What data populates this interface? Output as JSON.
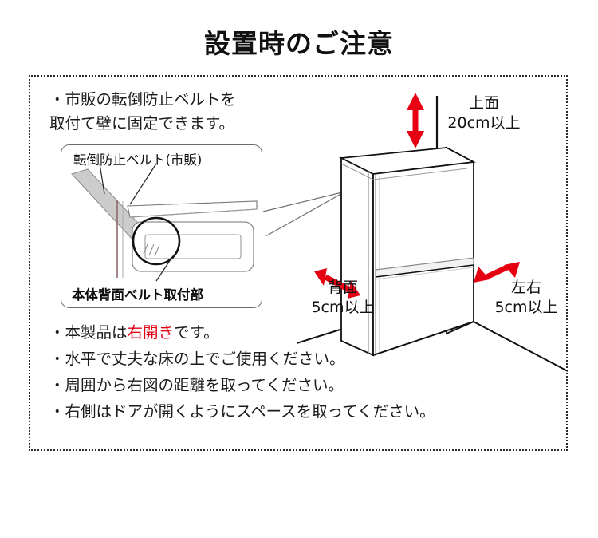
{
  "page": {
    "title": "設置時のご注意"
  },
  "notes": {
    "top_note": "・市販の転倒防止ベルトを\n  取付て壁に固定できます。"
  },
  "detail_panel": {
    "label_top": "転倒防止ベルト(市販)",
    "label_bottom": "本体背面ベルト取付部",
    "belt_color": "#c9c9c9",
    "outline_color": "#6b6b6b"
  },
  "bullets": [
    {
      "prefix": "・本製品は",
      "highlight": "右開き",
      "suffix": "です。"
    },
    {
      "prefix": "・水平で丈夫な床の上でご使用ください。",
      "highlight": "",
      "suffix": ""
    },
    {
      "prefix": "・周囲から右図の距離を取ってください。",
      "highlight": "",
      "suffix": ""
    },
    {
      "prefix": "・右側はドアが開くようにスペースを取ってください。",
      "highlight": "",
      "suffix": ""
    }
  ],
  "diagram": {
    "clearances": [
      {
        "name": "上面",
        "value": "20cm以上",
        "direction": "vertical"
      },
      {
        "name": "背面",
        "value": "5cm以上",
        "direction": "horizontal"
      },
      {
        "name": "左右",
        "value": "5cm以上",
        "direction": "horizontal"
      }
    ],
    "arrow_color": "#e60012",
    "line_color": "#111111",
    "body_fill": "#ffffff"
  }
}
